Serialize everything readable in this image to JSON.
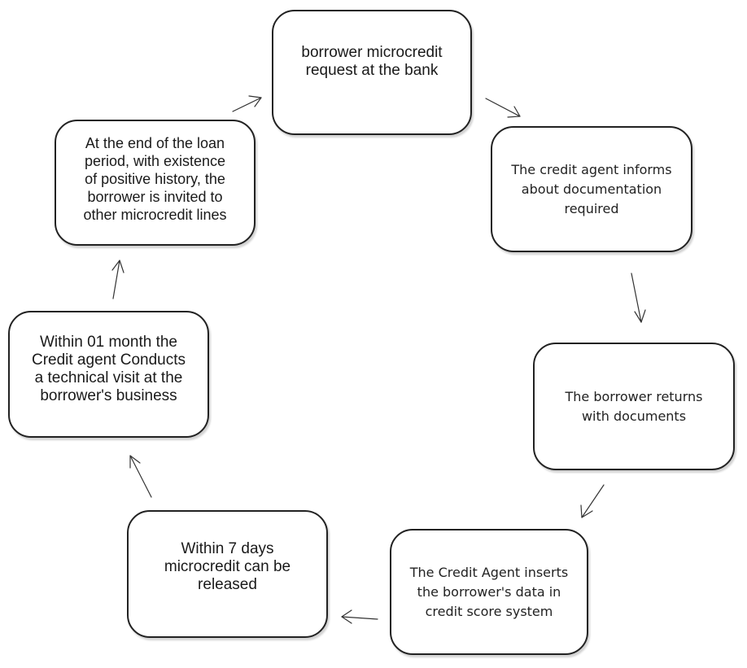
{
  "diagram": {
    "type": "cycle",
    "boxes": [
      {
        "id": "b1",
        "text": "borrower microcredit\nrequest at the bank"
      },
      {
        "id": "b2",
        "text": "The credit agent informs\nabout documentation\nrequired"
      },
      {
        "id": "b3",
        "text": "The borrower returns\nwith documents"
      },
      {
        "id": "b4",
        "text": "The Credit Agent inserts\nthe borrower's data in\ncredit score system"
      },
      {
        "id": "b5",
        "text": "Within 7 days\nmicrocredit can be\nreleased"
      },
      {
        "id": "b6",
        "text": "Within 01 month the\nCredit agent Conducts\na technical visit at the\nborrower's business"
      },
      {
        "id": "b7",
        "text": "At the end of the loan\nperiod, with existence\nof positive history, the\nborrower is invited to\nother microcredit lines"
      }
    ],
    "edges": [
      {
        "from": "b1",
        "to": "b2"
      },
      {
        "from": "b2",
        "to": "b3"
      },
      {
        "from": "b3",
        "to": "b4"
      },
      {
        "from": "b4",
        "to": "b5"
      },
      {
        "from": "b5",
        "to": "b6"
      },
      {
        "from": "b6",
        "to": "b7"
      },
      {
        "from": "b7",
        "to": "b1"
      }
    ]
  }
}
